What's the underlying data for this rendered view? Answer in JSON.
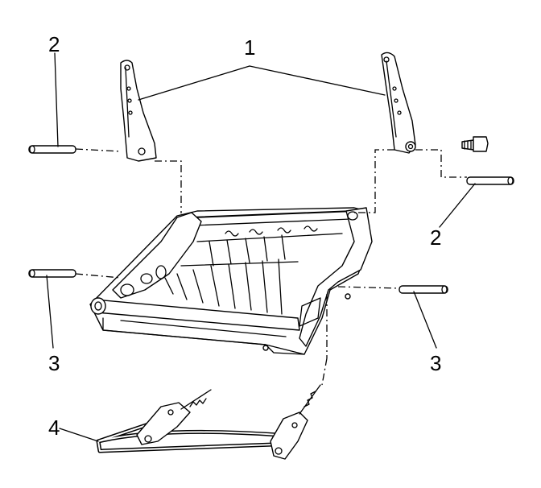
{
  "callouts": {
    "c1": "1",
    "c2_left": "2",
    "c2_right": "2",
    "c3_left": "3",
    "c3_right": "3",
    "c4": "4"
  }
}
